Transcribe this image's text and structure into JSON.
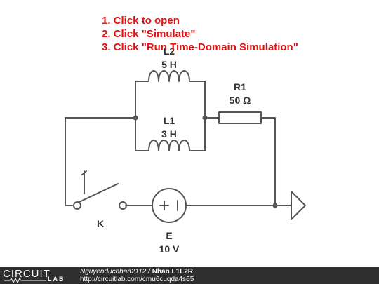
{
  "instructions": [
    "1. Click to open",
    "2. Click \"Simulate\"",
    "3. Click \"Run Time-Domain Simulation\""
  ],
  "components": {
    "l2": {
      "name": "L2",
      "value": "5 H"
    },
    "l1": {
      "name": "L1",
      "value": "3 H"
    },
    "r1": {
      "name": "R1",
      "value": "50 Ω"
    },
    "switch": {
      "name": "K"
    },
    "source": {
      "name": "E",
      "value": "10 V"
    }
  },
  "footer": {
    "logo_top": "CIRCUIT",
    "logo_bottom": "LAB",
    "author": "Nguyenducnhan2112",
    "separator": " / ",
    "title": "Nhan L1L2R",
    "url": "http://circuitlab.com/cmu6cuqda4s65"
  },
  "colors": {
    "wire": "#555555",
    "instruction": "#e01010",
    "footer_bg": "#2e2e2e"
  }
}
